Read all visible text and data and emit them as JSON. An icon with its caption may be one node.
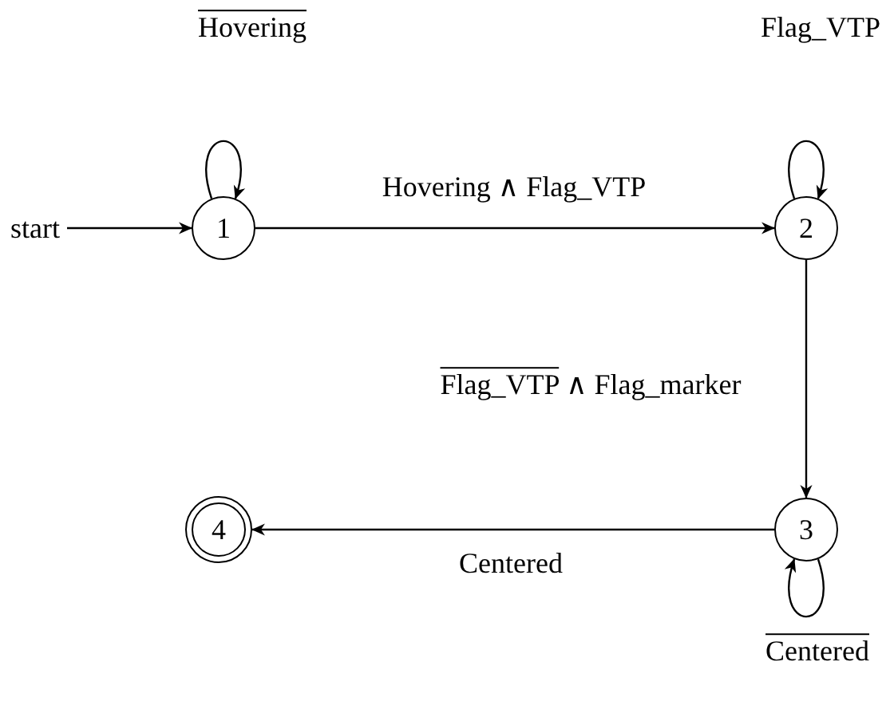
{
  "diagram": {
    "nodes": [
      {
        "text": [
          "start"
        ]
      },
      {
        "text": [
          "1"
        ]
      },
      {
        "text": [
          "2"
        ]
      },
      {
        "text": [
          "3"
        ]
      },
      {
        "text": [
          "4"
        ]
      }
    ],
    "edges": [
      {
        "from": 0,
        "to": 1,
        "arrow": "to"
      },
      {
        "from": 1,
        "to": 1,
        "arrow": "to",
        "label": "Hovering"
      },
      {
        "from": 1,
        "to": 2,
        "arrow": "to",
        "label": "Hovering ∧ Flag_VTP"
      },
      {
        "from": 2,
        "to": 2,
        "arrow": "to",
        "label": "Flag_VTP"
      },
      {
        "from": 2,
        "to": 3,
        "arrow": "to",
        "label": "Flag_VTP ∧ Flag_marker"
      },
      {
        "from": 3,
        "to": 3,
        "arrow": "to",
        "label": "Centered"
      },
      {
        "from": 3,
        "to": 4,
        "arrow": "to",
        "label": "Centered"
      }
    ]
  }
}
